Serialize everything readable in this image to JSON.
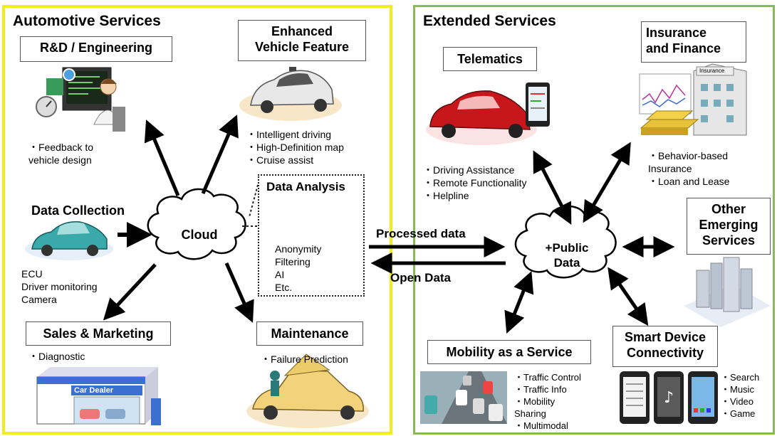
{
  "left_panel": {
    "title": "Automotive Services",
    "rd_box": "R&D / Engineering",
    "rd_bullets": [
      "・Feedback to",
      "   vehicle design"
    ],
    "enhanced_box": "Enhanced\nVehicle Feature",
    "enhanced_bullets": [
      "・Intelligent driving",
      "・High-Definition map",
      "・Cruise assist"
    ],
    "data_collection_title": "Data Collection",
    "data_collection_items": [
      "ECU",
      "Driver monitoring",
      "Camera"
    ],
    "cloud_label": "Cloud",
    "data_analysis": {
      "title": "Data Analysis",
      "items": [
        "Anonymity",
        "Filtering",
        "AI",
        "Etc."
      ]
    },
    "sales_box": "Sales & Marketing",
    "sales_bullets": [
      "・Diagnostic"
    ],
    "dealer_sign": "Car Dealer",
    "maintenance_box": "Maintenance",
    "maintenance_bullets": [
      "・Failure Prediction"
    ]
  },
  "center": {
    "processed_label": "Processed data",
    "open_label": "Open Data"
  },
  "right_panel": {
    "title": "Extended Services",
    "telematics_box": "Telematics",
    "telematics_bullets": [
      "・Driving Assistance",
      "・Remote Functionality",
      "・Helpline"
    ],
    "insurance_box": "Insurance\nand Finance",
    "insurance_sign": "Insurance",
    "insurance_bullets": [
      "・Behavior-based",
      "   Insurance",
      "・Loan and Lease"
    ],
    "public_cloud_label": "+Public\nData",
    "other_box": "Other\nEmerging\nServices",
    "mobility_box": "Mobility as a Service",
    "mobility_bullets": [
      "・Traffic Control",
      "・Traffic Info",
      "・Mobility",
      "Sharing",
      "・Multimodal"
    ],
    "smart_box": "Smart Device\nConnectivity",
    "smart_bullets": [
      "・Search",
      "・Music",
      "・Video",
      "・Game"
    ]
  },
  "colors": {
    "left_border": "#f2ee1a",
    "right_border": "#88bb55",
    "arrow": "#000000"
  }
}
